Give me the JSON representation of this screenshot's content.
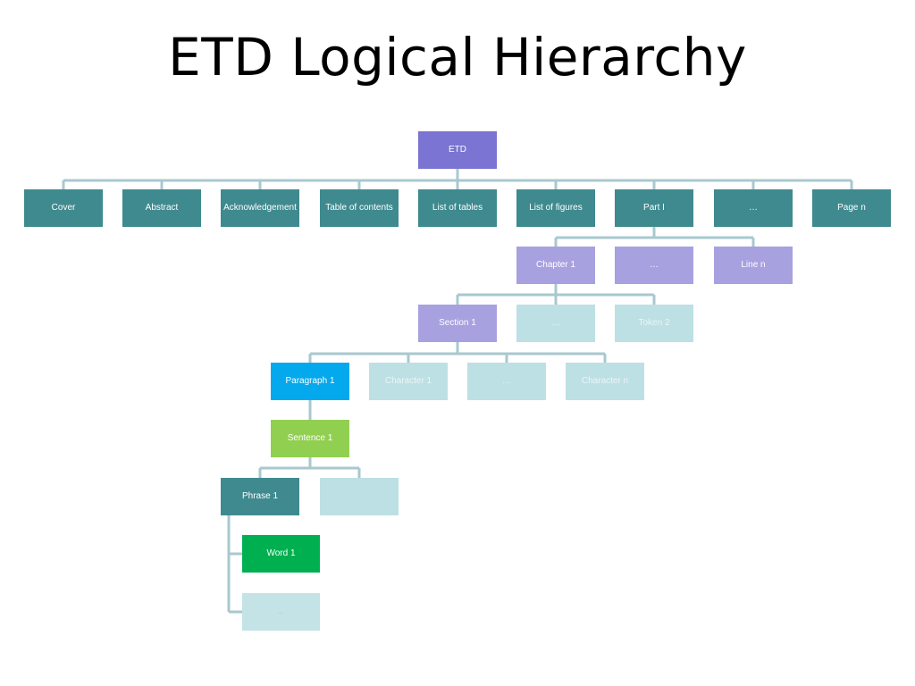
{
  "title": "ETD Logical Hierarchy",
  "colors": {
    "connector": "#a8c8cf",
    "root": "#7b74d2",
    "level1": "#3f8a8f",
    "level2": "#a7a1e0",
    "pale": "#bde0e4",
    "paragraph": "#04a8ec",
    "sentence": "#91cf50",
    "word": "#00b050"
  },
  "nodes": {
    "etd": "ETD",
    "cover": "Cover",
    "abstract": "Abstract",
    "acknowledgement": "Acknowledgement",
    "toc": "Table of contents",
    "list_tables": "List of tables",
    "list_figures": "List of figures",
    "part1": "Part I",
    "dots1": "…",
    "page_n": "Page n",
    "chapter1": "Chapter 1",
    "dots2": "…",
    "line_n": "Line n",
    "section1": "Section 1",
    "dots3": "…",
    "token2": "Token 2",
    "paragraph1": "Paragraph 1",
    "character1": "Character 1",
    "dots4": "…",
    "character_n": "Character n",
    "sentence1": "Sentence 1",
    "phrase1": "Phrase 1",
    "phrase_blank": "",
    "word1": "Word 1",
    "dots5": ".."
  }
}
